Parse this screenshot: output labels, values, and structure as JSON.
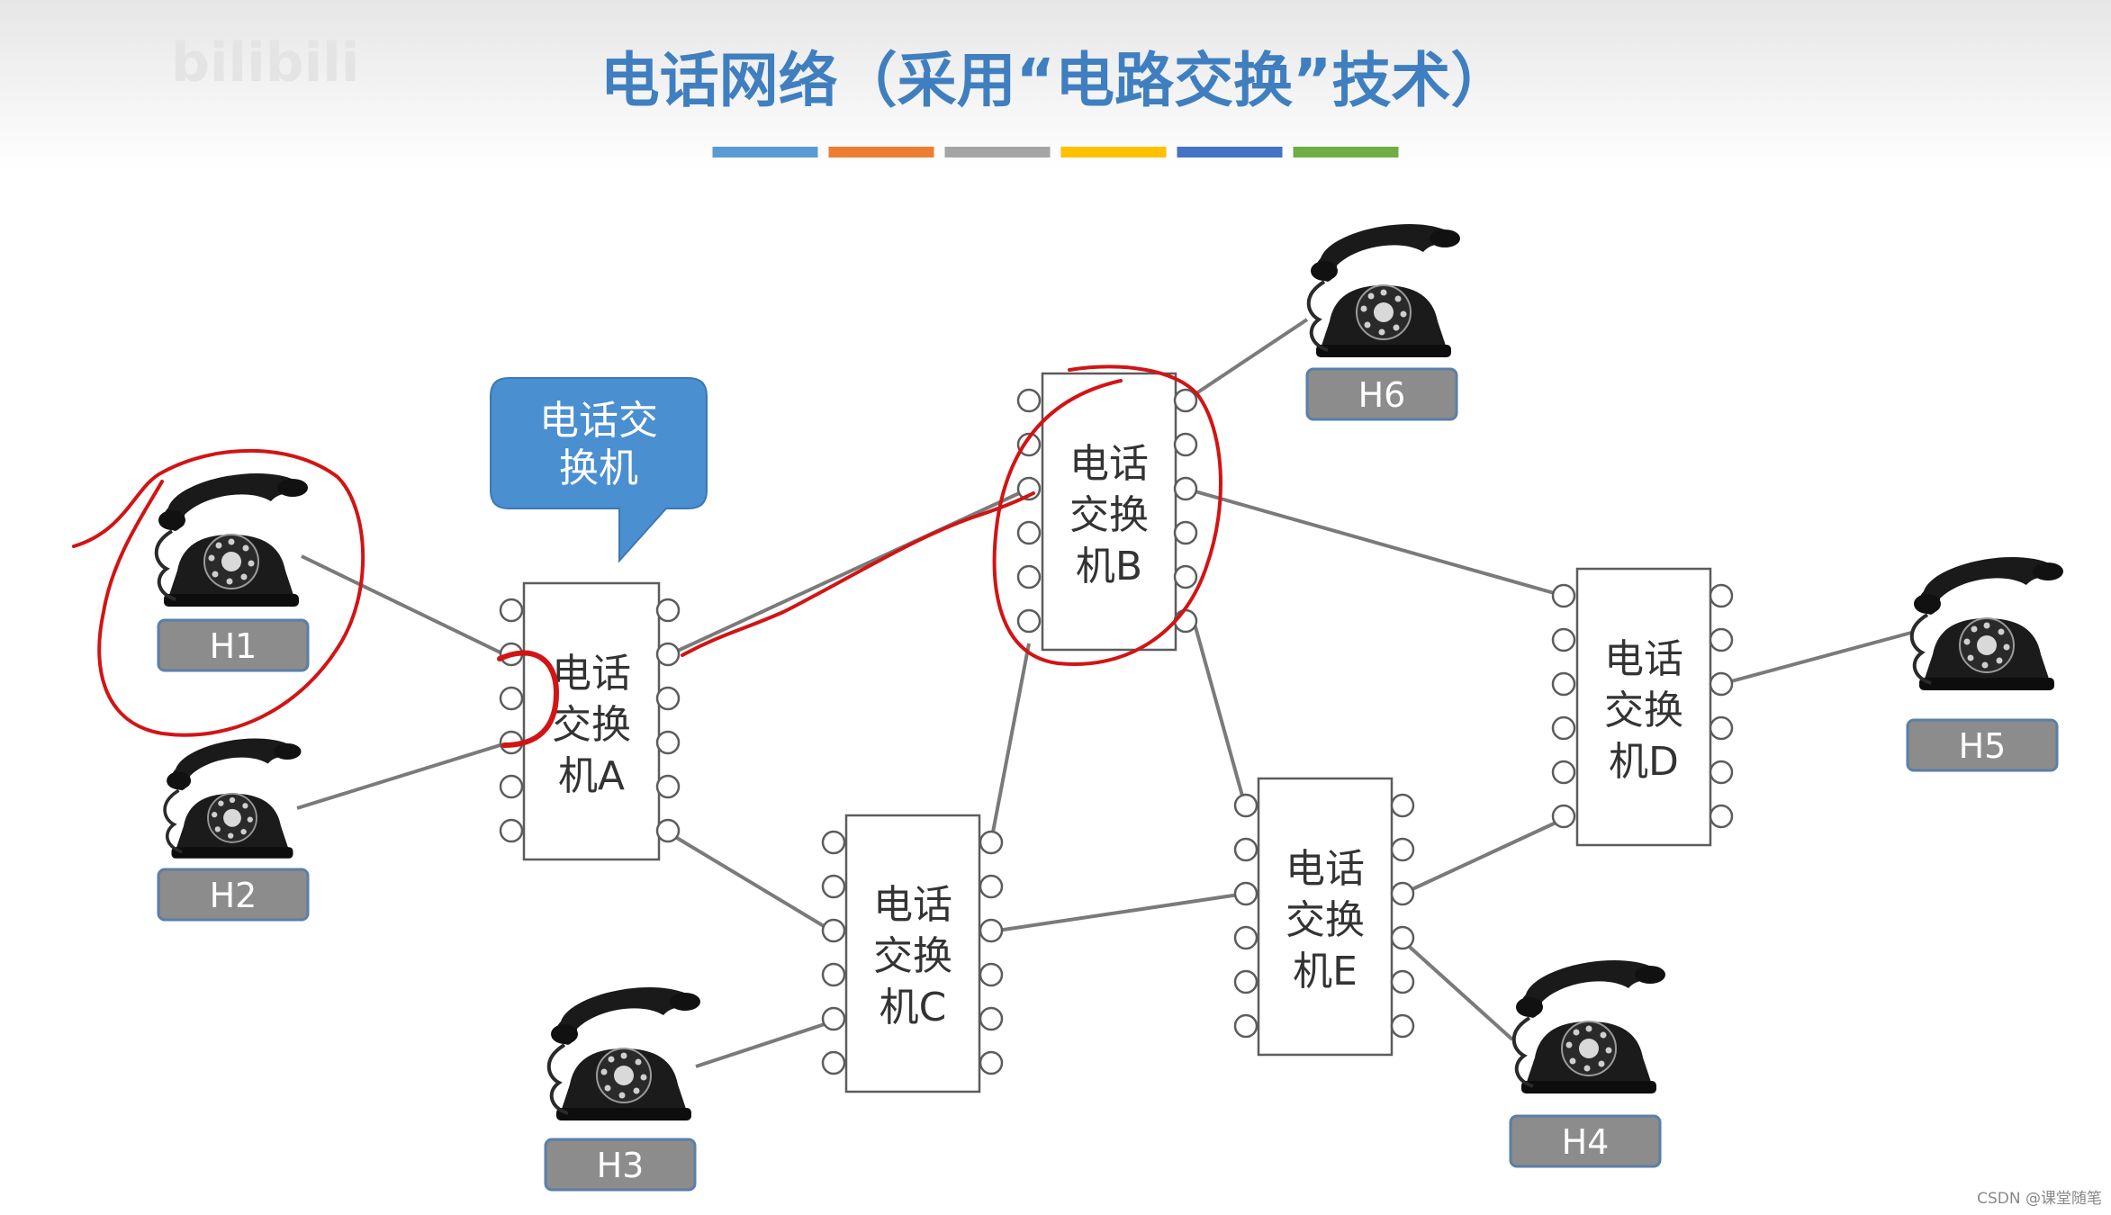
{
  "title": "电话网络（采用“电路交换”技术）",
  "watermark": "bilibili",
  "footer": "CSDN @课堂随笔",
  "title_bar_colors": [
    "#5b9bd5",
    "#ed7d31",
    "#a5a5a5",
    "#ffc000",
    "#4472c4",
    "#70ad47"
  ],
  "callout": {
    "line1": "电话交",
    "line2": "换机"
  },
  "switches": [
    {
      "id": "A",
      "line1": "电话",
      "line2": "交换",
      "line3": "机A"
    },
    {
      "id": "B",
      "line1": "电话",
      "line2": "交换",
      "line3": "机B"
    },
    {
      "id": "C",
      "line1": "电话",
      "line2": "交换",
      "line3": "机C"
    },
    {
      "id": "D",
      "line1": "电话",
      "line2": "交换",
      "line3": "机D"
    },
    {
      "id": "E",
      "line1": "电话",
      "line2": "交换",
      "line3": "机E"
    }
  ],
  "hosts": [
    {
      "label": "H1",
      "icon": "telephone-icon"
    },
    {
      "label": "H2",
      "icon": "telephone-icon"
    },
    {
      "label": "H3",
      "icon": "telephone-icon"
    },
    {
      "label": "H4",
      "icon": "telephone-icon"
    },
    {
      "label": "H5",
      "icon": "telephone-icon"
    },
    {
      "label": "H6",
      "icon": "telephone-icon"
    }
  ],
  "links": [
    [
      "H1",
      "A"
    ],
    [
      "H2",
      "A"
    ],
    [
      "A",
      "B"
    ],
    [
      "A",
      "C"
    ],
    [
      "H3",
      "C"
    ],
    [
      "C",
      "B"
    ],
    [
      "C",
      "E"
    ],
    [
      "B",
      "H6"
    ],
    [
      "B",
      "D"
    ],
    [
      "B",
      "E"
    ],
    [
      "E",
      "D"
    ],
    [
      "E",
      "H4"
    ],
    [
      "D",
      "H5"
    ]
  ],
  "annotation_color": "#d21414"
}
